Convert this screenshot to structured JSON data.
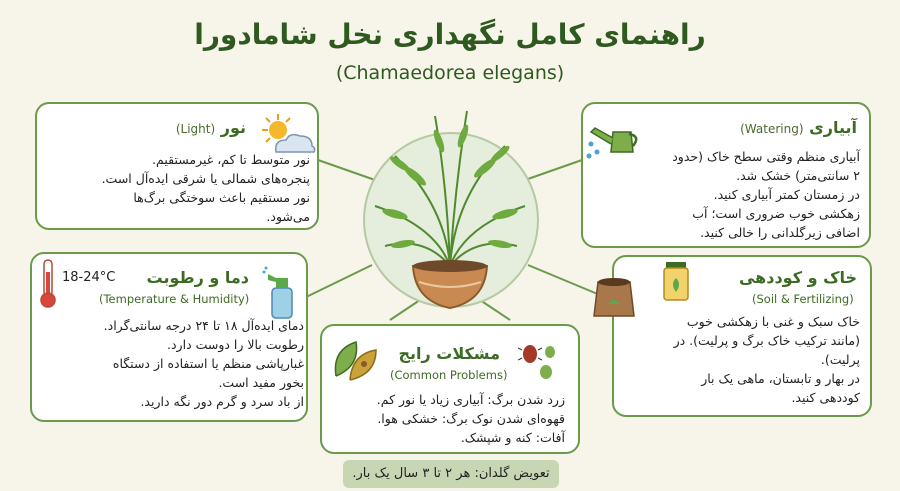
{
  "title": "راهنمای کامل نگهداری نخل شامادورا",
  "subtitle": "(Chamaedorea elegans)",
  "light": {
    "title": "نور",
    "title_en": "(Light)",
    "lines": [
      "نور متوسط تا کم، غیرمستقیم.",
      "پنجره‌های شمالی یا شرقی ایده‌آل است.",
      "نور مستقیم باعث سوختگی برگ‌ها",
      "می‌شود."
    ]
  },
  "watering": {
    "title": "آبیاری",
    "title_en": "(Watering)",
    "lines": [
      "آبیاری منظم وقتی سطح خاک (حدود",
      "۲ سانتی‌متر) خشک شد.",
      "در زمستان کمتر آبیاری کنید.",
      "زهکشی خوب ضروری است؛ آب",
      "اضافی زیرگلدانی را خالی کنید."
    ]
  },
  "temperature": {
    "title": "دما و رطوبت",
    "title_en": "(Temperature & Humidity)",
    "thermo_label": "18-24°C",
    "lines": [
      "دمای ایده‌آل ۱۸ تا ۲۴ درجه سانتی‌گراد.",
      "رطوبت بالا را دوست دارد.",
      "غبارپاشی منظم یا استفاده از دستگاه",
      "بخور مفید است.",
      "از باد سرد و گرم دور نگه دارید."
    ]
  },
  "soil": {
    "title": "خاک و کوددهی",
    "title_en": "(Soil & Fertilizing)",
    "lines": [
      "خاک سبک و غنی با زهکشی خوب",
      "(مانند ترکیب خاک برگ و پرلیت). در",
      "پرلیت).",
      "در بهار و تابستان، ماهی یک بار",
      "کوددهی کنید."
    ]
  },
  "problems": {
    "title": "مشکلات رایج",
    "title_en": "(Common Problems)",
    "lines": [
      "زرد شدن برگ: آبیاری زیاد یا نور کم.",
      "قهوه‌ای شدن نوک برگ: خشکی هوا.",
      "آفات: کنه و شپشک."
    ]
  },
  "footer": "تعویض گلدان: هر ۲ تا ۳ سال یک بار.",
  "icons": {
    "light": "sun-cloud-icon",
    "watering": "watering-can-icon",
    "temperature": "thermometer-icon",
    "spray": "spray-bottle-icon",
    "soil": "soil-bag-icon",
    "fertilizer": "fertilizer-bottle-icon",
    "leaves": "damaged-leaves-icon",
    "pests": "bugs-icon"
  },
  "colors": {
    "accent": "#3d6b23",
    "border": "#6a9a4a",
    "background": "#f7f4ea",
    "footer": "#c8d7b3"
  }
}
